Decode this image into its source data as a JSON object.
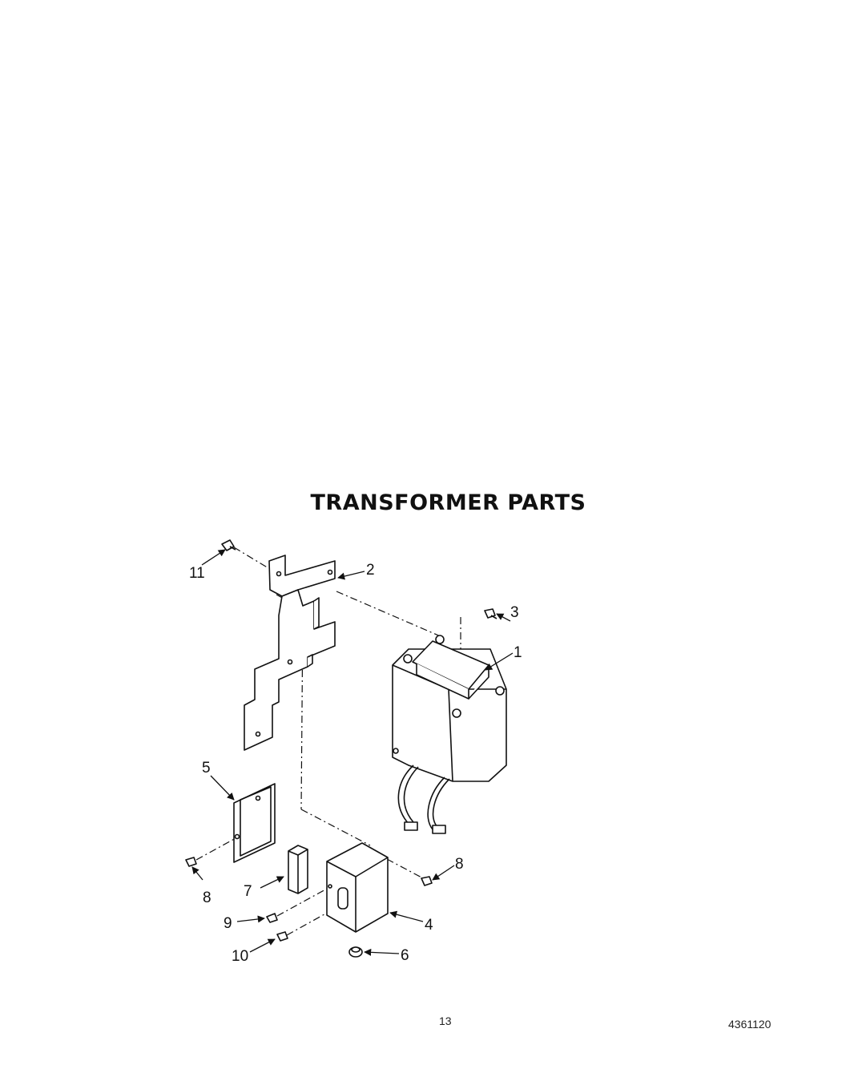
{
  "title": "TRANSFORMER PARTS",
  "callouts": {
    "c1": "1",
    "c2": "2",
    "c3": "3",
    "c4": "4",
    "c5": "5",
    "c6": "6",
    "c7": "7",
    "c8a": "8",
    "c8b": "8",
    "c9": "9",
    "c10": "10",
    "c11": "11"
  },
  "footer": {
    "page_number": "13",
    "part_number": "4361120"
  }
}
